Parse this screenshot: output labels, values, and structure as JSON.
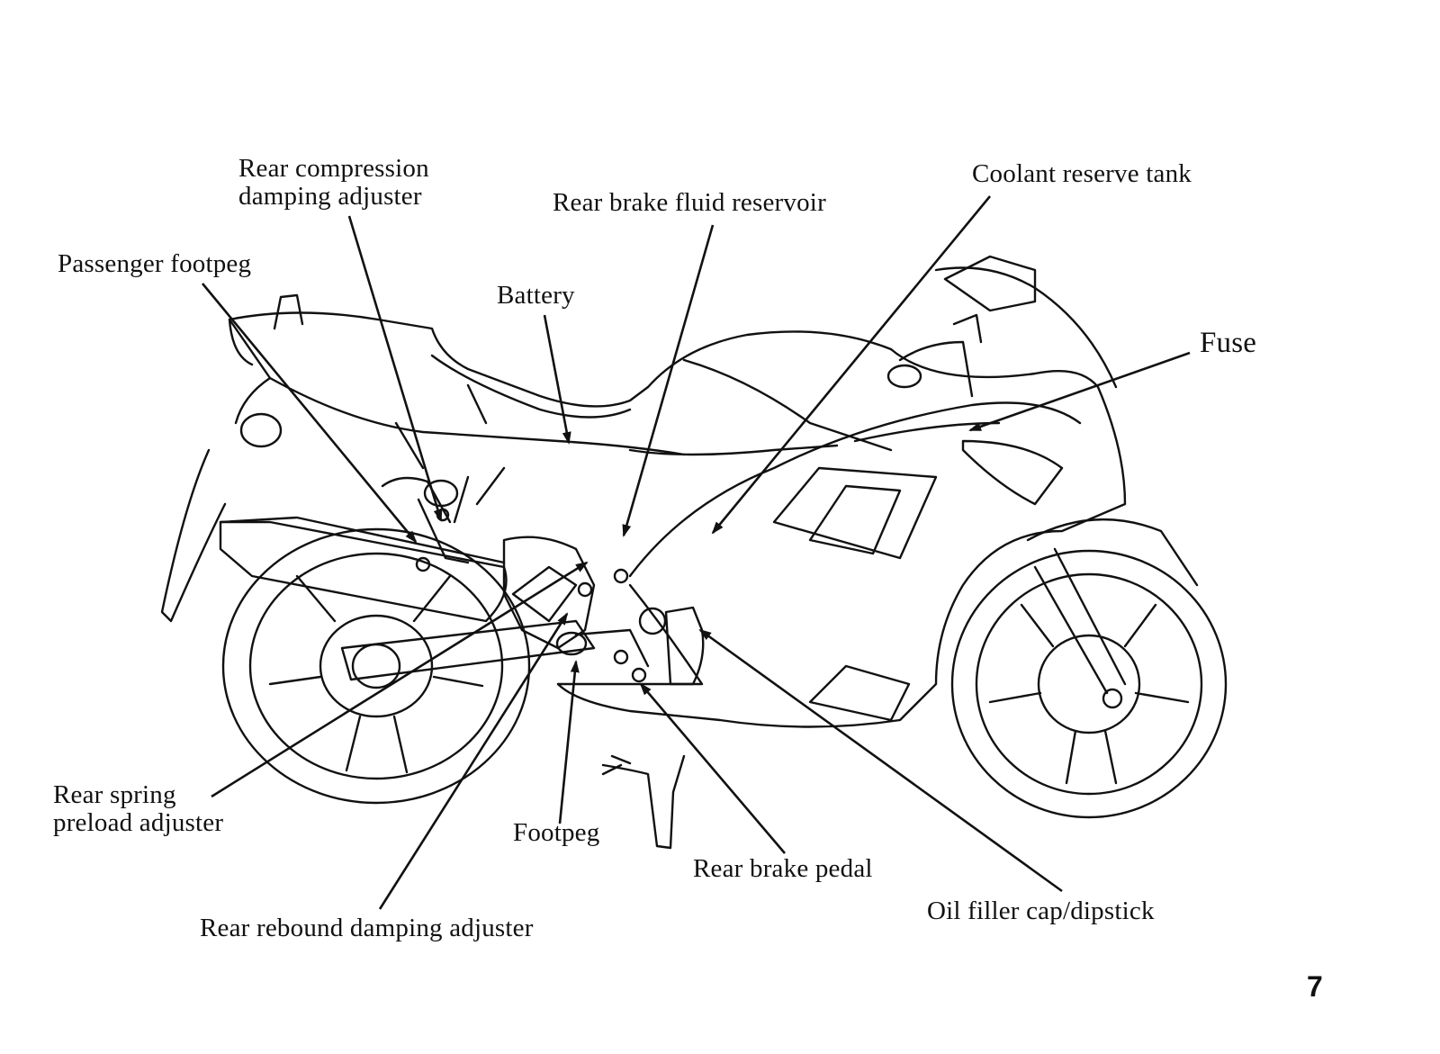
{
  "labels": {
    "rear_compression": [
      "Rear compression",
      "damping adjuster"
    ],
    "rear_brake_fluid_reservoir": "Rear brake fluid reservoir",
    "coolant_reserve_tank": "Coolant reserve tank",
    "passenger_footpeg": "Passenger footpeg",
    "battery": "Battery",
    "fuse": "Fuse",
    "rear_spring_preload": [
      "Rear spring",
      "preload adjuster"
    ],
    "footpeg": "Footpeg",
    "rear_brake_pedal": "Rear brake pedal",
    "oil_filler_cap": "Oil filler cap/dipstick",
    "rear_rebound": "Rear rebound damping adjuster"
  },
  "page_number": "7"
}
